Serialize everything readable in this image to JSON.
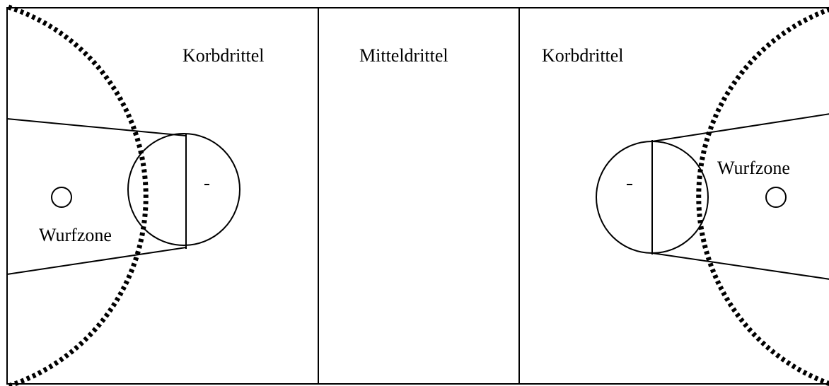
{
  "court": {
    "labels": {
      "left_third": "Korbdrittel",
      "middle_third": "Mitteldrittel",
      "right_third": "Korbdrittel",
      "left_zone": "Wurfzone",
      "right_zone": "Wurfzone"
    },
    "colors": {
      "line": "#000000",
      "background": "#ffffff"
    }
  }
}
